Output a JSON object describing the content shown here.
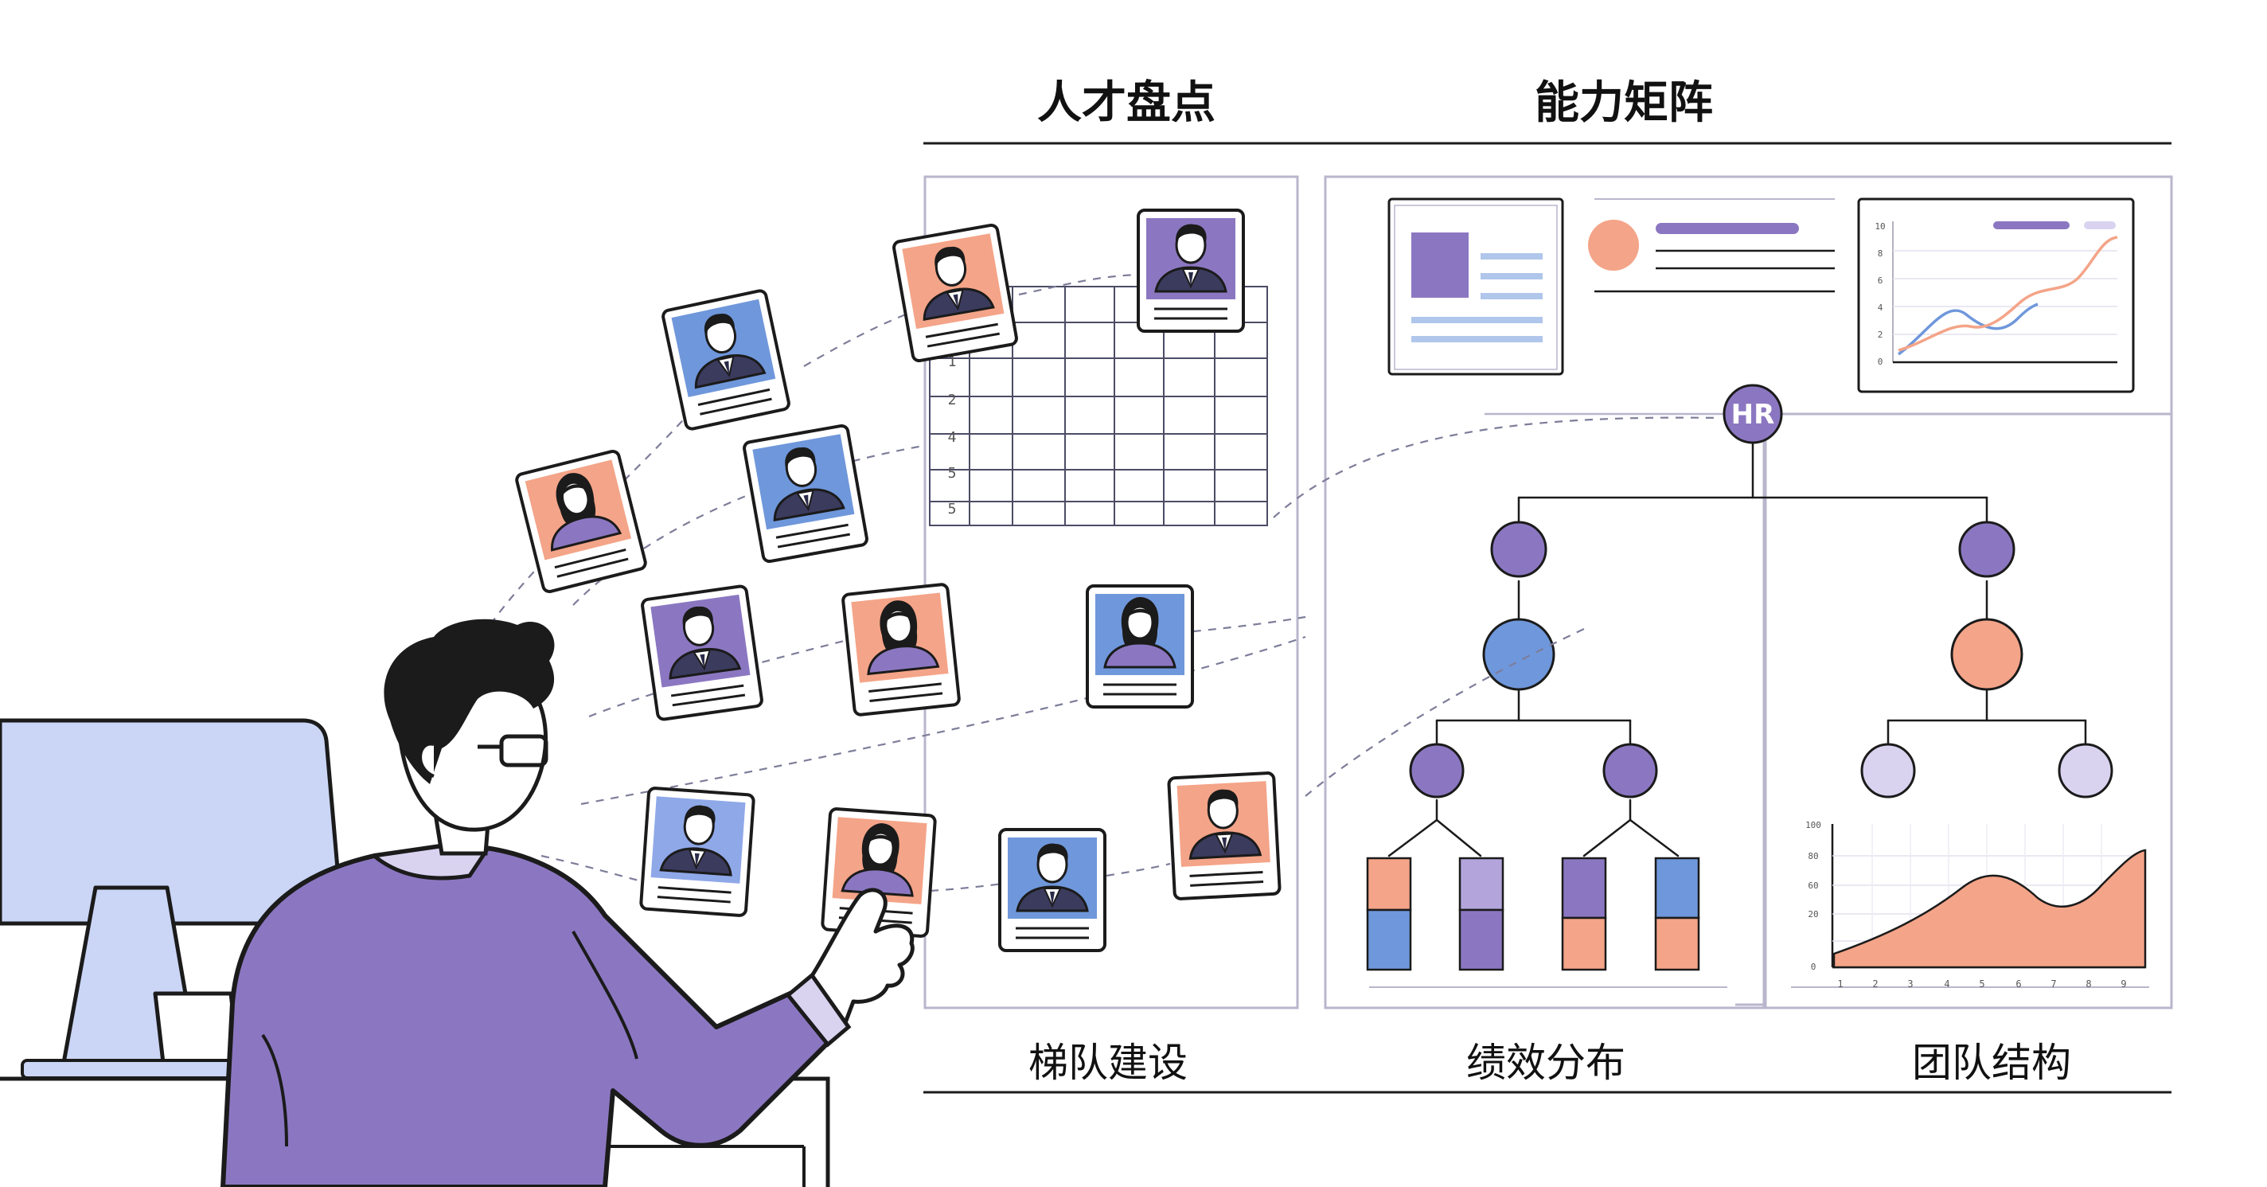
{
  "headings": {
    "talent_review": "人才盘点",
    "capability_matrix": "能力矩阵"
  },
  "footers": {
    "succession": "梯队建设",
    "performance": "绩效分布",
    "team_structure": "团队结构"
  },
  "hub_label": "HR",
  "matrix_row_labels": [
    "1",
    "2",
    "4",
    "5",
    "5"
  ],
  "line_chart_ticks": [
    "10",
    "8",
    "6",
    "4",
    "2",
    "0"
  ],
  "area_chart": {
    "y_ticks": [
      "100",
      "80",
      "60",
      "20",
      "0"
    ],
    "x_ticks": [
      "1",
      "2",
      "3",
      "4",
      "5",
      "6",
      "7",
      "8",
      "9"
    ]
  },
  "colors": {
    "purple": "#8b77c1",
    "blue": "#6f97db",
    "salmon": "#f4a488",
    "lavender": "#d9d3f0",
    "ink": "#1b1b1b"
  }
}
